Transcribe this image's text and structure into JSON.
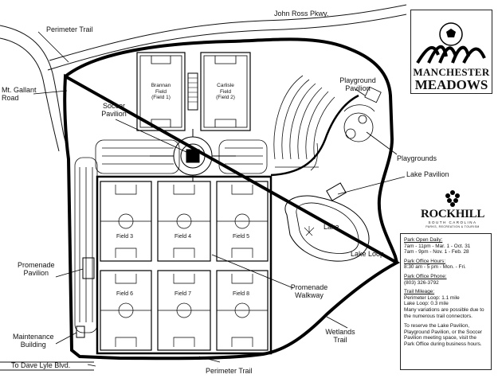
{
  "labels": {
    "john_ross": "John Ross Pkwy.",
    "perimeter_trail_top": "Perimeter Trail",
    "mt_gallant": "Mt. Gallant\nRoad",
    "soccer_pavilion": "Soccer\nPavilion",
    "playground_pavilion": "Playground\nPavilion",
    "playgrounds": "Playgrounds",
    "lake_pavilion": "Lake Pavilion",
    "lake": "Lake",
    "lake_loop": "Lake Loop",
    "promenade_pavilion": "Promenade\nPavilion",
    "promenade_walkway": "Promenade\nWalkway",
    "maintenance_building": "Maintenance\nBuilding",
    "dave_lyle": "To Dave Lyle Blvd.",
    "perimeter_trail_bottom": "Perimeter Trail",
    "wetlands_trail": "Wetlands\nTrail"
  },
  "fields": {
    "brannan": "Brannan\nField\n(Field 1)",
    "carlisle": "Carlisle\nField\n(Field 2)",
    "f3": "Field 3",
    "f4": "Field 4",
    "f5": "Field 5",
    "f6": "Field 6",
    "f7": "Field 7",
    "f8": "Field 8"
  },
  "logo_main": {
    "line1": "MANCHESTER",
    "line2": "MEADOWS"
  },
  "logo_city": {
    "name": "ROCKHILL",
    "state": "SOUTH CAROLINA",
    "dept": "PARKS, RECREATION & TOURISM"
  },
  "info": {
    "open_head": "Park Open Daily:",
    "open_1": "7am - 11pm - Mar. 1 - Oct. 31",
    "open_2": "7am - 9pm - Nov. 1 - Feb. 28",
    "office_head": "Park Office Hours:",
    "office_1": "8:30 am - 5 pm - Mon. - Fri.",
    "phone_head": "Park Office Phone:",
    "phone_1": "(803) 326-3792",
    "trail_head": "Trail Mileage:",
    "trail_1": "Perimeter Loop: 1.1 mile",
    "trail_2": "Lake Loop: 0.3 mile",
    "trail_3": "Many variations are possible due to the numerous trail connectors.",
    "reserve": "To reserve the Lake Pavilion, Playground Pavilion, or the Soccer Pavilion meeting space, visit the Park Office during business hours."
  }
}
